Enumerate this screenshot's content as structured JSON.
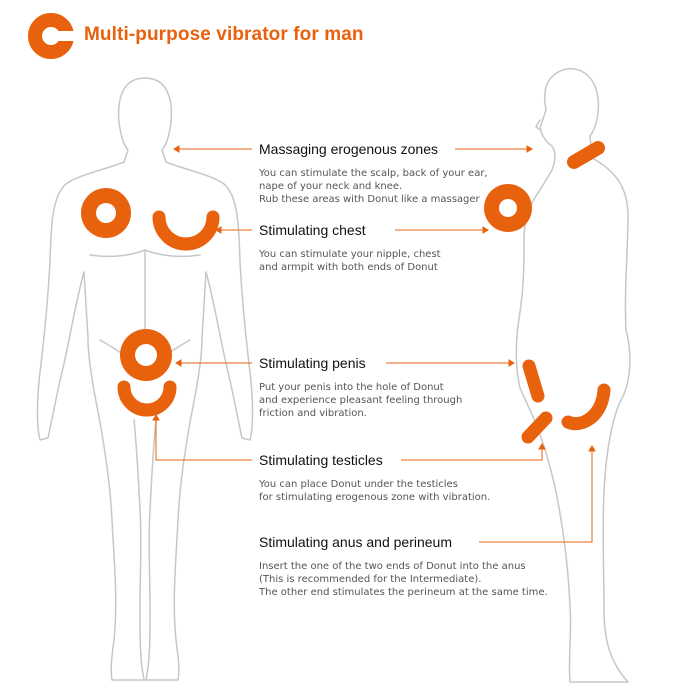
{
  "title": "Multi-purpose vibrator for man",
  "colors": {
    "accent": "#e8610c",
    "outline": "#c7c7c7",
    "heading": "#111111",
    "body_text": "#555555"
  },
  "sections": [
    {
      "heading": "Massaging erogenous zones",
      "lines": [
        "You can stimulate the scalp, back of your ear,",
        "nape of your neck and knee.",
        "Rub these areas with Donut like a massager"
      ]
    },
    {
      "heading": "Stimulating chest",
      "lines": [
        "You can stimulate your nipple, chest",
        "and armpit with both ends of Donut"
      ]
    },
    {
      "heading": "Stimulating penis",
      "lines": [
        "Put your penis into the hole of Donut",
        "and experience pleasant feeling through",
        " friction and vibration."
      ]
    },
    {
      "heading": "Stimulating testicles",
      "lines": [
        "You can place Donut under the testicles",
        "for stimulating erogenous zone with vibration."
      ]
    },
    {
      "heading": "Stimulating anus and perineum",
      "lines": [
        "Insert the one of the two ends of Donut into the anus",
        "(This is recommended for the Intermediate).",
        "The other end stimulates the perineum at the same time."
      ]
    }
  ]
}
